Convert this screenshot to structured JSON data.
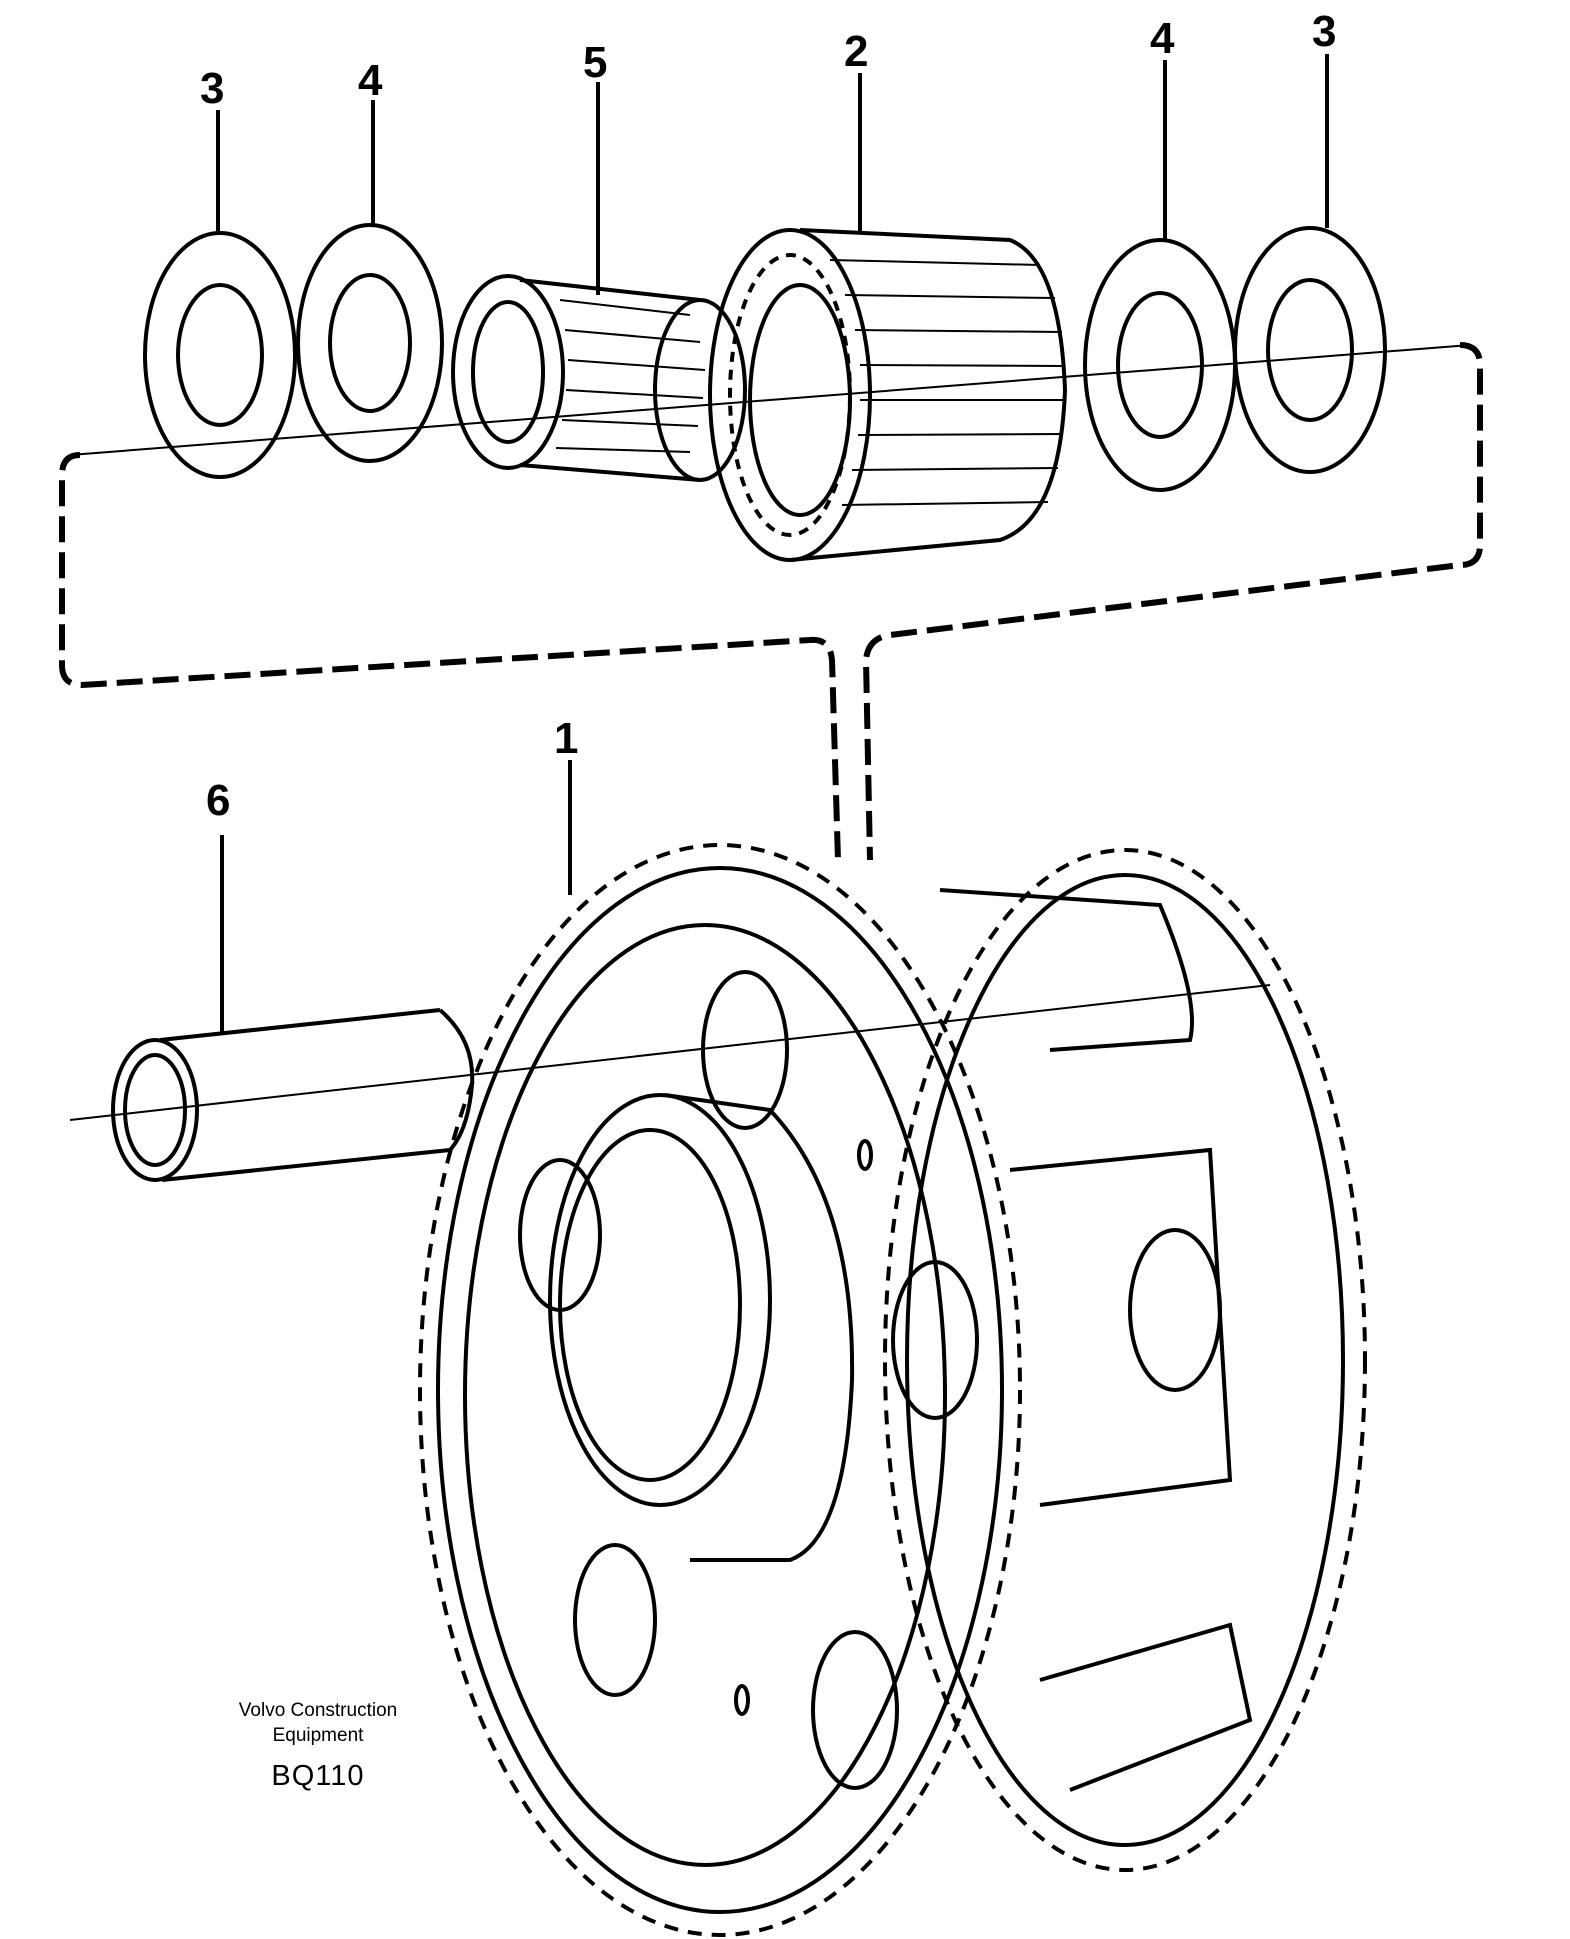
{
  "callouts": [
    {
      "label": "3"
    },
    {
      "label": "4"
    },
    {
      "label": "5"
    },
    {
      "label": "2"
    },
    {
      "label": "4"
    },
    {
      "label": "3"
    },
    {
      "label": "1"
    },
    {
      "label": "6"
    }
  ],
  "caption": {
    "line1": "Volvo Construction",
    "line2": "Equipment",
    "code": "BQ110"
  }
}
